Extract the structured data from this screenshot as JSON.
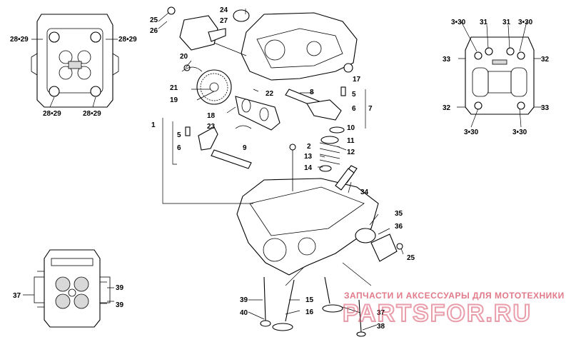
{
  "labels": {
    "l1": "1",
    "l2": "2",
    "l3a": "3•30",
    "l3b": "3•30",
    "l3c": "3•30",
    "l3d": "3•30",
    "l5a": "5",
    "l5b": "5",
    "l6a": "6",
    "l6b": "6",
    "l7": "7",
    "l8": "8",
    "l9": "9",
    "l10": "10",
    "l11": "11",
    "l12": "12",
    "l13": "13",
    "l14": "14",
    "l15": "15",
    "l16": "16",
    "l17": "17",
    "l18": "18",
    "l19": "19",
    "l20": "20",
    "l21": "21",
    "l22": "22",
    "l23": "23",
    "l24": "24",
    "l25a": "25",
    "l25b": "25",
    "l26": "26",
    "l27": "27",
    "l28a": "28•29",
    "l28b": "28•29",
    "l28c": "28•29",
    "l28d": "28•29",
    "l31a": "31",
    "l31b": "31",
    "l32a": "32",
    "l32b": "32",
    "l33a": "33",
    "l33b": "33",
    "l34": "34",
    "l35": "35",
    "l36": "36",
    "l37a": "37",
    "l37b": "37",
    "l38": "38",
    "l39a": "39",
    "l39b": "39",
    "l39c": "39",
    "l40": "40"
  },
  "watermark": {
    "caption": "ЗАПЧАСТИ И АКСЕССУАРЫ ДЛЯ МОТОТЕХНИКИ",
    "logo": "PARTSFOR.RU"
  },
  "colors": {
    "line": "#000000",
    "watermark": "#d84c63"
  }
}
